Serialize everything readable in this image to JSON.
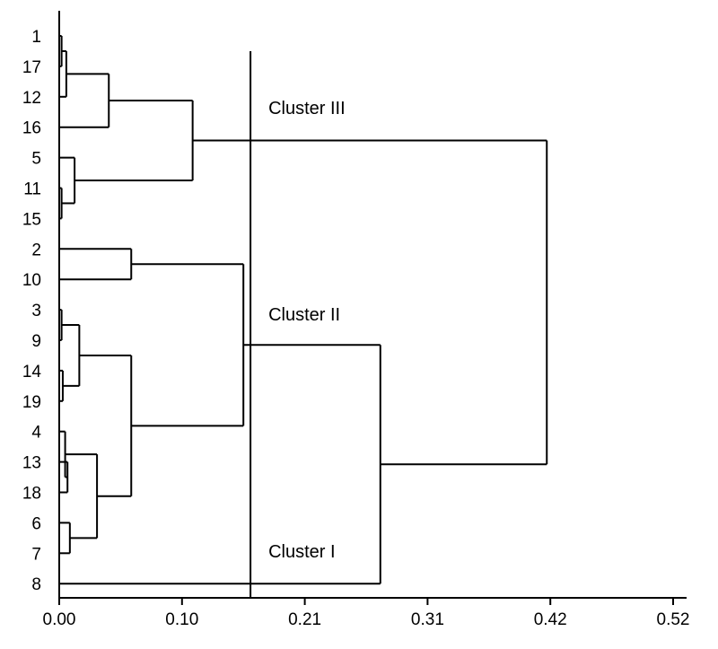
{
  "chart_data": {
    "type": "dendrogram",
    "orientation": "horizontal",
    "title": "",
    "xlabel": "",
    "ylabel": "",
    "xlim": [
      0.0,
      0.52
    ],
    "x_ticks": [
      0.0,
      0.104,
      0.208,
      0.312,
      0.416,
      0.52
    ],
    "x_tick_labels": [
      "0.00",
      "0.10",
      "0.21",
      "0.31",
      "0.42",
      "0.52"
    ],
    "leaf_order": [
      "1",
      "17",
      "12",
      "16",
      "5",
      "11",
      "15",
      "2",
      "10",
      "3",
      "9",
      "14",
      "19",
      "4",
      "13",
      "18",
      "6",
      "7",
      "8"
    ],
    "merges": [
      {
        "left": "1",
        "right": "17",
        "height": 0.002
      },
      {
        "left": "1+17",
        "right": "12",
        "height": 0.006
      },
      {
        "left": "1+17+12",
        "right": "16",
        "height": 0.042
      },
      {
        "left": "11",
        "right": "15",
        "height": 0.002
      },
      {
        "left": "5",
        "right": "11+15",
        "height": 0.013
      },
      {
        "left": "1+17+12+16",
        "right": "5+11+15",
        "height": 0.113
      },
      {
        "left": "2",
        "right": "10",
        "height": 0.061
      },
      {
        "left": "3",
        "right": "9",
        "height": 0.002
      },
      {
        "left": "14",
        "right": "19",
        "height": 0.003
      },
      {
        "left": "3+9",
        "right": "14+19",
        "height": 0.017
      },
      {
        "left": "13",
        "right": "18",
        "height": 0.007
      },
      {
        "left": "4",
        "right": "13+18",
        "height": 0.005
      },
      {
        "left": "6",
        "right": "7",
        "height": 0.009
      },
      {
        "left": "4+13+18",
        "right": "6+7",
        "height": 0.032
      },
      {
        "left": "3+9+14+19",
        "right": "4+13+18+6+7",
        "height": 0.061
      },
      {
        "left": "2+10",
        "right": "3+9+14+19+4+13+18+6+7",
        "height": 0.156
      },
      {
        "left": "2+10+3+9+14+19+4+13+18+6+7",
        "right": "8",
        "height": 0.272
      },
      {
        "left": "1+17+12+16+5+11+15",
        "right": "2+10+3+9+14+19+4+13+18+6+7+8",
        "height": 0.413
      }
    ],
    "cutoff": 0.162,
    "clusters": [
      {
        "label": "Cluster III",
        "members": [
          "1",
          "17",
          "12",
          "16",
          "5",
          "11",
          "15"
        ]
      },
      {
        "label": "Cluster II",
        "members": [
          "2",
          "10",
          "3",
          "9",
          "14",
          "19",
          "4",
          "13",
          "18",
          "6",
          "7"
        ]
      },
      {
        "label": "Cluster I",
        "members": [
          "8"
        ]
      }
    ],
    "line_color": "#000000",
    "grid": false,
    "legend": "none"
  }
}
